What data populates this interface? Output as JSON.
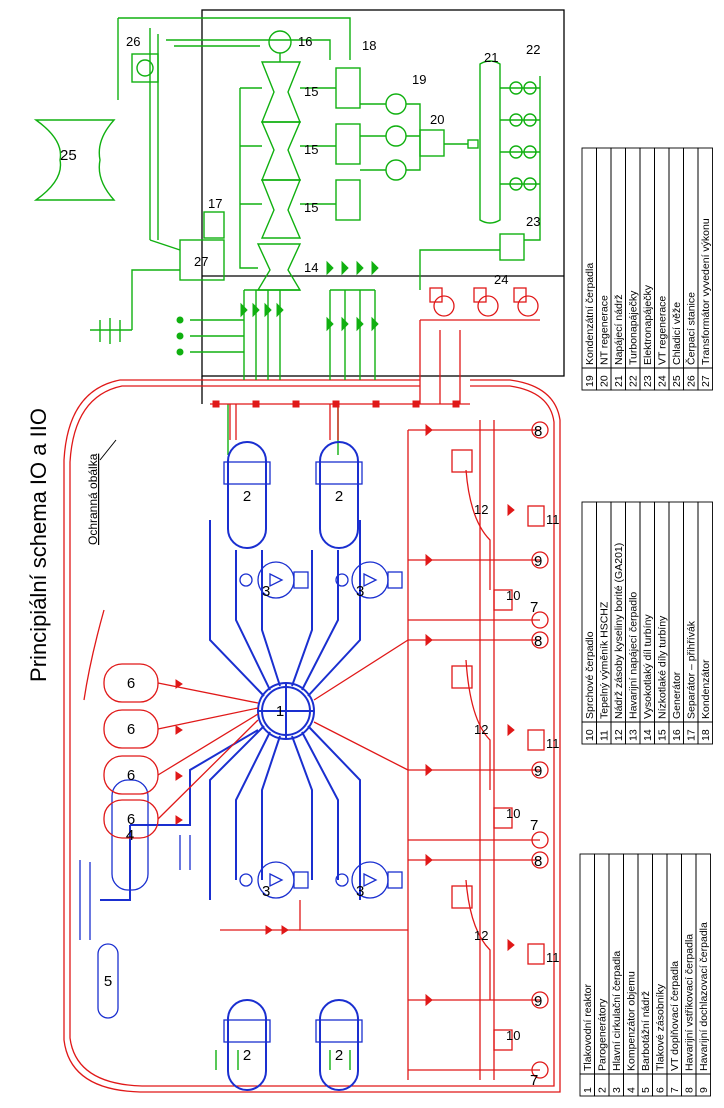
{
  "title": "Principiální schema IO a IIO",
  "containment_label": "Ochranná obálka",
  "legend": [
    {
      "num": "1",
      "text": "Tlakovodní reaktor"
    },
    {
      "num": "2",
      "text": "Parogenerátory"
    },
    {
      "num": "3",
      "text": "Hlavní cirkulační čerpadla"
    },
    {
      "num": "4",
      "text": "Kompenzátor objemu"
    },
    {
      "num": "5",
      "text": "Barbotážní nádrž"
    },
    {
      "num": "6",
      "text": "Tlakové zásobníky"
    },
    {
      "num": "7",
      "text": "VT doplňovací čerpadla"
    },
    {
      "num": "8",
      "text": "Havarijní vstřikovací čerpadla"
    },
    {
      "num": "9",
      "text": "Havarijní dochlazovací čerpadla"
    },
    {
      "num": "10",
      "text": "Sprchové čerpadlo"
    },
    {
      "num": "11",
      "text": "Tepelný výměník HSCHZ"
    },
    {
      "num": "12",
      "text": "Nádrž zásoby kyseliny borité (GA201)"
    },
    {
      "num": "13",
      "text": "Havarijní napájecí čerpadlo"
    },
    {
      "num": "14",
      "text": "Vysokotlaký díl turbíny"
    },
    {
      "num": "15",
      "text": "Nízkotlaké díly turbíny"
    },
    {
      "num": "16",
      "text": "Generátor"
    },
    {
      "num": "17",
      "text": "Separátor – přihřívák"
    },
    {
      "num": "18",
      "text": "Kondenzátor"
    },
    {
      "num": "19",
      "text": "Kondenzátní čerpadla"
    },
    {
      "num": "20",
      "text": "NT regenerace"
    },
    {
      "num": "21",
      "text": "Napájecí nádrž"
    },
    {
      "num": "22",
      "text": "Turbonapáječky"
    },
    {
      "num": "23",
      "text": "Elektronapáječky"
    },
    {
      "num": "24",
      "text": "VT regenerace"
    },
    {
      "num": "25",
      "text": "Chladicí věže"
    },
    {
      "num": "26",
      "text": "Čerpací stanice"
    },
    {
      "num": "27",
      "text": "Transformátor vyvedení výkonu"
    }
  ],
  "components": {
    "reactor": "1",
    "sg": "2",
    "mcp": "3",
    "pressurizer": "4",
    "bubbler": "5",
    "accumulator": "6",
    "hp_pump": "7",
    "inj_pump": "8",
    "cool_pump": "9",
    "spray_pump": "10",
    "hx": "11",
    "boron_tank": "12",
    "hp_turbine": "14",
    "lp_turbine": "15",
    "generator": "16",
    "msr": "17",
    "condenser": "18",
    "cond_pump": "19",
    "lp_regen": "20",
    "feed_tank": "21",
    "turbo_feed": "22",
    "electro_feed": "23",
    "hp_regen": "24",
    "cooling_tower": "25",
    "pump_station": "26",
    "transformer": "27"
  },
  "colors": {
    "primary": "#1a2fd0",
    "secondary": "#10b010",
    "safety": "#e01818",
    "line": "#000000"
  }
}
